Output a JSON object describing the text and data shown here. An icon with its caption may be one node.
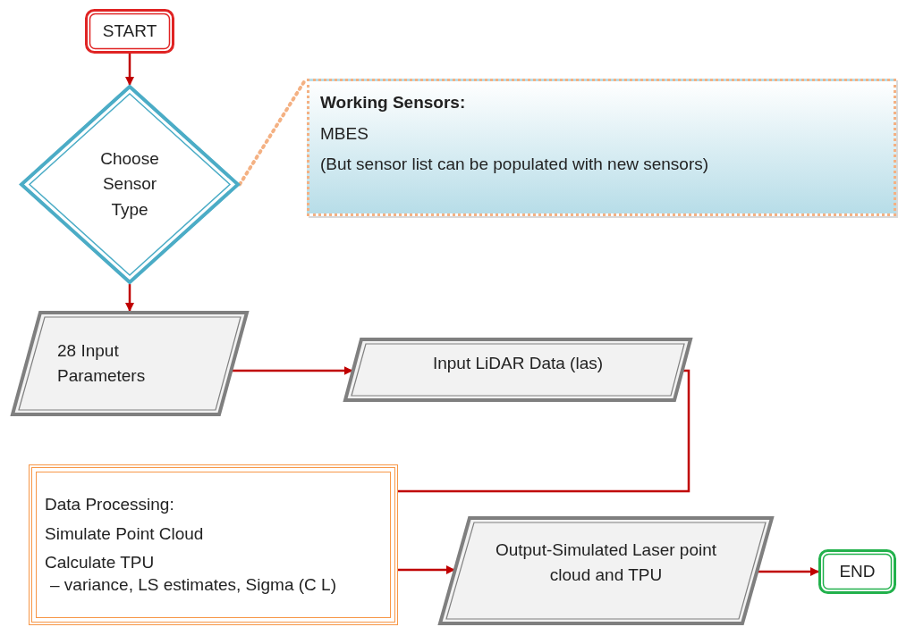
{
  "diagram": {
    "nodes": [
      {
        "text": [
          "START"
        ]
      },
      {
        "text": [
          "Choose Sensor Type"
        ]
      },
      {
        "text": [
          "Working Sensors:",
          "MBES",
          "(But sensor list can be populated with new sensors)"
        ]
      },
      {
        "text": [
          "28 Input Parameters"
        ]
      },
      {
        "text": [
          "Input LiDAR Data (las)"
        ]
      },
      {
        "text": [
          "Data Processing:",
          "Simulate Point Cloud",
          "Calculate TPU",
          "– variance, LS estimates, Sigma (C L)"
        ]
      },
      {
        "text": [
          "Output-Simulated Laser point cloud and TPU"
        ]
      },
      {
        "text": [
          "END"
        ]
      }
    ],
    "edges": [
      {
        "from": 0,
        "to": 1,
        "arrow": "to"
      },
      {
        "from": 1,
        "to": 3,
        "arrow": "to"
      },
      {
        "from": 1,
        "to": 2,
        "arrow": "none",
        "style": "dashed",
        "color": "#f4b183"
      },
      {
        "from": 3,
        "to": 4,
        "arrow": "to"
      },
      {
        "from": 4,
        "to": 5,
        "arrow": "none"
      },
      {
        "from": 5,
        "to": 6,
        "arrow": "to"
      },
      {
        "from": 6,
        "to": 7,
        "arrow": "to"
      }
    ]
  }
}
